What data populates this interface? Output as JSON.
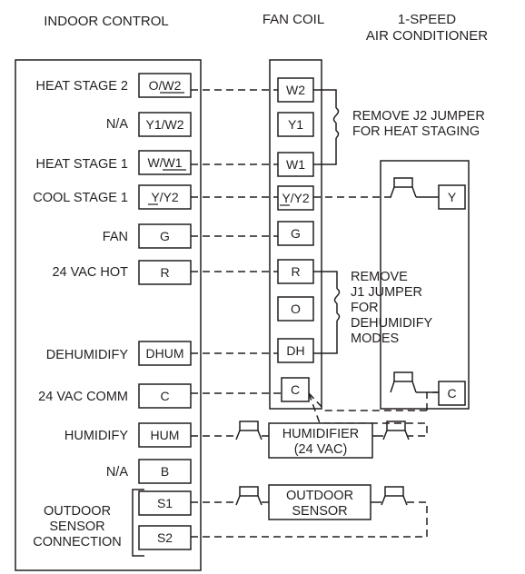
{
  "headers": {
    "indoor_control": "INDOOR CONTROL",
    "fan_coil": "FAN COIL",
    "air_conditioner_line1": "1-SPEED",
    "air_conditioner_line2": "AIR CONDITIONER"
  },
  "indoor_rows": [
    {
      "label": "HEAT STAGE 2",
      "terminal": "O/W2"
    },
    {
      "label": "N/A",
      "terminal": "Y1/W2"
    },
    {
      "label": "HEAT STAGE 1",
      "terminal": "W/W1"
    },
    {
      "label": "COOL STAGE 1",
      "terminal": "Y/Y2"
    },
    {
      "label": "FAN",
      "terminal": "G"
    },
    {
      "label": "24 VAC HOT",
      "terminal": "R"
    },
    {
      "label": "DEHUMIDIFY",
      "terminal": "DHUM"
    },
    {
      "label": "24 VAC COMM",
      "terminal": "C"
    },
    {
      "label": "HUMIDIFY",
      "terminal": "HUM"
    },
    {
      "label": "N/A",
      "terminal": "B"
    },
    {
      "label": "",
      "terminal": "S1"
    },
    {
      "label": "",
      "terminal": "S2"
    }
  ],
  "outdoor_sensor_connection": [
    "OUTDOOR",
    "SENSOR",
    "CONNECTION"
  ],
  "fan_coil_terminals": [
    "W2",
    "Y1",
    "W1",
    "Y/Y2",
    "G",
    "R",
    "O",
    "DH",
    "C"
  ],
  "air_conditioner_terminals": [
    "Y",
    "C"
  ],
  "notes": {
    "j2": [
      "REMOVE J2 JUMPER",
      "FOR HEAT STAGING"
    ],
    "j1": [
      "REMOVE",
      "J1 JUMPER",
      "FOR",
      "DEHUMIDIFY",
      "MODES"
    ]
  },
  "devices": {
    "humidifier": [
      "HUMIDIFIER",
      "(24 VAC)"
    ],
    "outdoor_sensor": [
      "OUTDOOR",
      "SENSOR"
    ]
  }
}
